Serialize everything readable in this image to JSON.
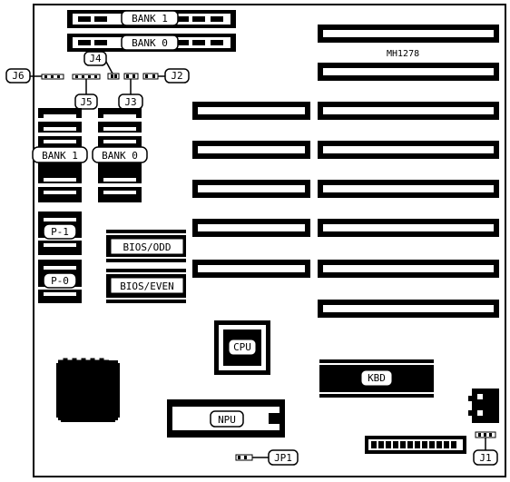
{
  "board_name": "MH1278",
  "memory": {
    "top_bank_1": "BANK 1",
    "top_bank_0": "BANK 0",
    "left_bank_1": "BANK 1",
    "left_bank_0": "BANK 0",
    "parity_1": "P-1",
    "parity_0": "P-0"
  },
  "chips": {
    "bios_odd": "BIOS/ODD",
    "bios_even": "BIOS/EVEN",
    "cpu": "CPU",
    "kbd": "KBD",
    "npu": "NPU"
  },
  "jumpers": {
    "j1": "J1",
    "j2": "J2",
    "j3": "J3",
    "j4": "J4",
    "j5": "J5",
    "j6": "J6",
    "jp1": "JP1"
  },
  "colors": {
    "ink": "#000000",
    "paper": "#ffffff"
  }
}
